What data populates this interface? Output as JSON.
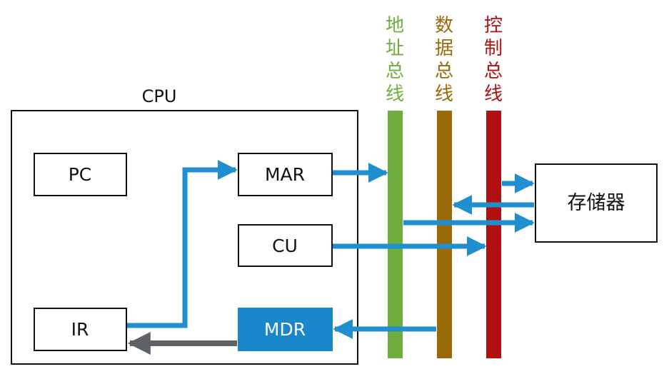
{
  "cpu": {
    "label": "CPU",
    "registers": {
      "pc": "PC",
      "mar": "MAR",
      "cu": "CU",
      "ir": "IR",
      "mdr": "MDR"
    }
  },
  "buses": {
    "address": {
      "chars": [
        "地",
        "址",
        "总",
        "线"
      ],
      "color": "#6fae3c"
    },
    "data": {
      "chars": [
        "数",
        "据",
        "总",
        "线"
      ],
      "color": "#9a6a08"
    },
    "control": {
      "chars": [
        "控",
        "制",
        "总",
        "线"
      ],
      "color": "#b01010"
    }
  },
  "memory": {
    "label": "存储器"
  },
  "colors": {
    "arrow_blue": "#1f8fd0",
    "arrow_gray": "#5e6166",
    "mdr_fill": "#1a87cb"
  }
}
